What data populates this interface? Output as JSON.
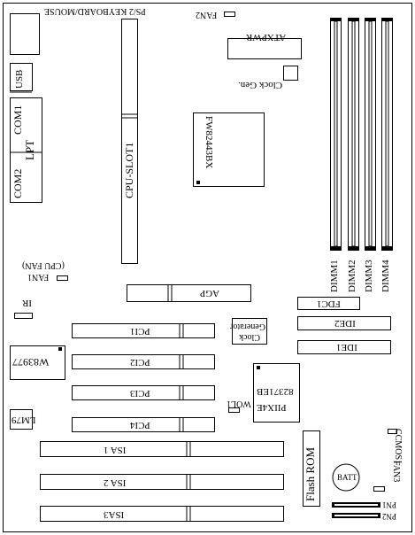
{
  "labels": {
    "ps2": "PS/2 KEYBOARD/MOUSE",
    "usb": "USB",
    "com1": "COM1",
    "lpt": "LPT",
    "com2": "COM2",
    "cpu_slot": "CPU-SLOT1",
    "fan2": "FAN2",
    "atxpwr": "ATXPWR",
    "clock_gen_top": "Clock Gen.",
    "northbridge": "FW82443BX",
    "dimm1": "DIMM1",
    "dimm2": "DIMM2",
    "dimm3": "DIMM3",
    "dimm4": "DIMM4",
    "fan1": "FAN1",
    "cpu_fan": "(CPU FAN)",
    "ir": "IR",
    "agp": "AGP",
    "fdc1": "FDC1",
    "pci1": "PCI1",
    "pci2": "PCI2",
    "pci3": "PCI3",
    "pci4": "PCI4",
    "clock_generator": "Clock Generator",
    "ide2": "IDE2",
    "ide1": "IDE1",
    "super_io": "W83977",
    "southbridge_line1": "PIIX4E",
    "southbridge_line2": "82371EB",
    "wol1": "WOL1",
    "lm79": "LM79",
    "isa1": "ISA 1",
    "isa2": "ISA 2",
    "isa3": "ISA3",
    "flash_rom": "Flash ROM",
    "batt": "BATT",
    "ccmos1": "CCMOS1",
    "fan3": "FAN3",
    "pn1": "PN1",
    "pn2": "PN2"
  }
}
